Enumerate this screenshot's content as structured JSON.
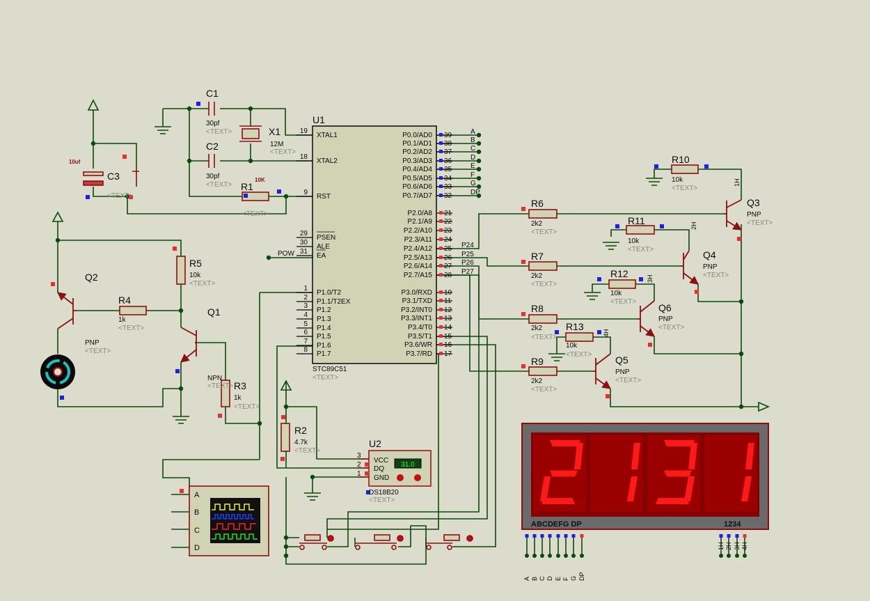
{
  "colors": {
    "background": "#dcdccc",
    "wire": "#0a4a0a",
    "component": "#8b1010",
    "chip_fill": "#d2d2b4",
    "pin_red": "#e83030",
    "pin_blue": "#2020e0",
    "display_red": "#ff1010",
    "display_bg": "#900000"
  },
  "parts": {
    "c1": {
      "ref": "C1",
      "value": "30pf",
      "text": "<TEXT>"
    },
    "c2": {
      "ref": "C2",
      "value": "30pf",
      "text": "<TEXT>"
    },
    "c3": {
      "ref": "C3",
      "value": "10uf",
      "text": "<TEXT>"
    },
    "x1": {
      "ref": "X1",
      "value": "12M",
      "text": "<TEXT>"
    },
    "r1": {
      "ref": "R1",
      "value": "10K",
      "text": "<TEXT>"
    },
    "r2": {
      "ref": "R2",
      "value": "4.7k",
      "text": "<TEXT>"
    },
    "r3": {
      "ref": "R3",
      "value": "1k",
      "text": "<TEXT>"
    },
    "r4": {
      "ref": "R4",
      "value": "1k",
      "text": "<TEXT>"
    },
    "r5": {
      "ref": "R5",
      "value": "10k",
      "text": "<TEXT>"
    },
    "r6": {
      "ref": "R6",
      "value": "2k2",
      "text": "<TEXT>"
    },
    "r7": {
      "ref": "R7",
      "value": "2k2",
      "text": "<TEXT>"
    },
    "r8": {
      "ref": "R8",
      "value": "2k2",
      "text": "<TEXT>"
    },
    "r9": {
      "ref": "R9",
      "value": "2k2",
      "text": "<TEXT>"
    },
    "r10": {
      "ref": "R10",
      "value": "10k",
      "text": "<TEXT>"
    },
    "r11": {
      "ref": "R11",
      "value": "10k",
      "text": "<TEXT>"
    },
    "r12": {
      "ref": "R12",
      "value": "10k",
      "text": "<TEXT>"
    },
    "r13": {
      "ref": "R13",
      "value": "10k",
      "text": "<TEXT>"
    },
    "q1": {
      "ref": "Q1",
      "value": "NPN",
      "text": "<TEXT>"
    },
    "q2": {
      "ref": "Q2",
      "value": "PNP",
      "text": "<TEXT>"
    },
    "q3": {
      "ref": "Q3",
      "value": "PNP",
      "text": "<TEXT>",
      "net": "1H"
    },
    "q4": {
      "ref": "Q4",
      "value": "PNP",
      "text": "<TEXT>",
      "net": "2H"
    },
    "q5": {
      "ref": "Q5",
      "value": "PNP",
      "text": "<TEXT>",
      "net": "4H"
    },
    "q6": {
      "ref": "Q6",
      "value": "PNP",
      "text": "<TEXT>",
      "net": "3H"
    }
  },
  "u1": {
    "ref": "U1",
    "part": "STC89C51",
    "text": "<TEXT>",
    "left_pins": [
      {
        "num": "19",
        "name": "XTAL1"
      },
      {
        "num": "18",
        "name": "XTAL2"
      },
      {
        "num": "9",
        "name": "RST"
      },
      {
        "num": "29",
        "name": "PSEN"
      },
      {
        "num": "30",
        "name": "ALE"
      },
      {
        "num": "31",
        "name": "EA"
      },
      {
        "num": "1",
        "name": "P1.0/T2"
      },
      {
        "num": "2",
        "name": "P1.1/T2EX"
      },
      {
        "num": "3",
        "name": "P1.2"
      },
      {
        "num": "4",
        "name": "P1.3"
      },
      {
        "num": "5",
        "name": "P1.4"
      },
      {
        "num": "6",
        "name": "P1.5"
      },
      {
        "num": "7",
        "name": "P1.6"
      },
      {
        "num": "8",
        "name": "P1.7"
      }
    ],
    "right_pins": [
      {
        "num": "39",
        "name": "P0.0/AD0",
        "net": "A"
      },
      {
        "num": "38",
        "name": "P0.1/AD1",
        "net": "B"
      },
      {
        "num": "37",
        "name": "P0.2/AD2",
        "net": "C"
      },
      {
        "num": "36",
        "name": "P0.3/AD3",
        "net": "D"
      },
      {
        "num": "35",
        "name": "P0.4/AD4",
        "net": "E"
      },
      {
        "num": "34",
        "name": "P0.5/AD5",
        "net": "F"
      },
      {
        "num": "33",
        "name": "P0.6/AD6",
        "net": "G"
      },
      {
        "num": "32",
        "name": "P0.7/AD7",
        "net": "DP"
      },
      {
        "num": "21",
        "name": "P2.0/A8",
        "net": ""
      },
      {
        "num": "22",
        "name": "P2.1/A9",
        "net": ""
      },
      {
        "num": "23",
        "name": "P2.2/A10",
        "net": ""
      },
      {
        "num": "24",
        "name": "P2.3/A11",
        "net": ""
      },
      {
        "num": "25",
        "name": "P2.4/A12",
        "net": "P24"
      },
      {
        "num": "26",
        "name": "P2.5/A13",
        "net": "P25"
      },
      {
        "num": "27",
        "name": "P2.6/A14",
        "net": "P26"
      },
      {
        "num": "28",
        "name": "P2.7/A15",
        "net": "P27"
      },
      {
        "num": "10",
        "name": "P3.0/RXD",
        "net": ""
      },
      {
        "num": "11",
        "name": "P3.1/TXD",
        "net": ""
      },
      {
        "num": "12",
        "name": "P3.2/INT0",
        "net": ""
      },
      {
        "num": "13",
        "name": "P3.3/INT1",
        "net": ""
      },
      {
        "num": "14",
        "name": "P3.4/T0",
        "net": ""
      },
      {
        "num": "15",
        "name": "P3.5/T1",
        "net": ""
      },
      {
        "num": "16",
        "name": "P3.6/WR",
        "net": ""
      },
      {
        "num": "17",
        "name": "P3.7/RD",
        "net": ""
      }
    ],
    "pow_label": "POW"
  },
  "u2": {
    "ref": "U2",
    "part": "DS18B20",
    "text": "<TEXT>",
    "reading": "31.0",
    "pins": [
      {
        "num": "3",
        "name": "VCC"
      },
      {
        "num": "2",
        "name": "DQ"
      },
      {
        "num": "1",
        "name": "GND"
      }
    ]
  },
  "oscilloscope": {
    "channels": [
      "A",
      "B",
      "C",
      "D"
    ]
  },
  "display": {
    "digits": [
      "2",
      "1",
      "3",
      "1"
    ],
    "segment_label": "ABCDEFG  DP",
    "digit_label": "1234",
    "segment_pins": [
      "A",
      "B",
      "C",
      "D",
      "E",
      "F",
      "G",
      "DP"
    ],
    "digit_pins": [
      "1H",
      "2H",
      "3H",
      "4H"
    ]
  }
}
